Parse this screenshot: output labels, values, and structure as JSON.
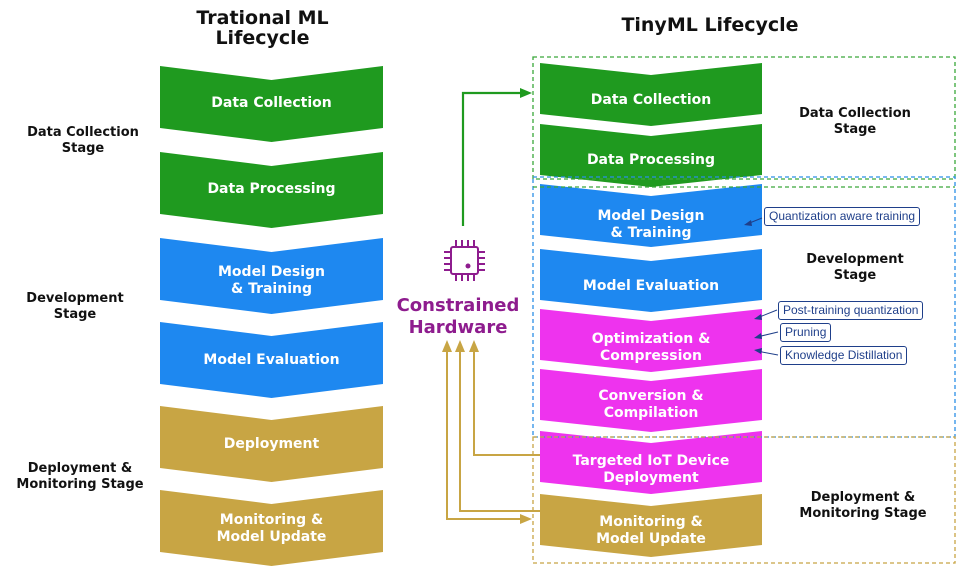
{
  "left": {
    "title": "Trational ML\nLifecycle",
    "stages": {
      "collection": "Data Collection\nStage",
      "development": "Development\nStage",
      "deployment": "Deployment &\nMonitoring Stage"
    },
    "steps": [
      {
        "label": "Data Collection",
        "color": "#1f9a1f"
      },
      {
        "label": "Data Processing",
        "color": "#1f9a1f"
      },
      {
        "label": "Model Design\n& Training",
        "color": "#1e88f0"
      },
      {
        "label": "Model Evaluation",
        "color": "#1e88f0"
      },
      {
        "label": "Deployment",
        "color": "#c8a544"
      },
      {
        "label": "Monitoring &\nModel Update",
        "color": "#c8a544"
      }
    ]
  },
  "right": {
    "title": "TinyML Lifecycle",
    "stages": {
      "collection": "Data Collection\nStage",
      "development": "Development\nStage",
      "deployment": "Deployment &\nMonitoring Stage"
    },
    "steps": [
      {
        "label": "Data Collection",
        "color": "#1f9a1f"
      },
      {
        "label": "Data Processing",
        "color": "#1f9a1f"
      },
      {
        "label": "Model Design\n& Training",
        "color": "#1e88f0"
      },
      {
        "label": "Model Evaluation",
        "color": "#1e88f0"
      },
      {
        "label": "Optimization &\nCompression",
        "color": "#ee33ee"
      },
      {
        "label": "Conversion &\nCompilation",
        "color": "#ee33ee"
      },
      {
        "label": "Targeted IoT Device\nDeployment",
        "color": "#ee33ee"
      },
      {
        "label": "Monitoring &\nModel Update",
        "color": "#c8a544"
      }
    ],
    "annotations": {
      "qat": "Quantization aware training",
      "ptq": "Post-training quantization",
      "pruning": "Pruning",
      "kd": "Knowledge Distillation"
    }
  },
  "hardware": {
    "label": "Constrained\nHardware",
    "icon": "chip-icon",
    "color": "#8e1c8e"
  },
  "colors": {
    "green": "#1f9a1f",
    "blue": "#1e88f0",
    "magenta": "#ee33ee",
    "gold": "#c8a544",
    "note_border": "#1f3f8a"
  }
}
